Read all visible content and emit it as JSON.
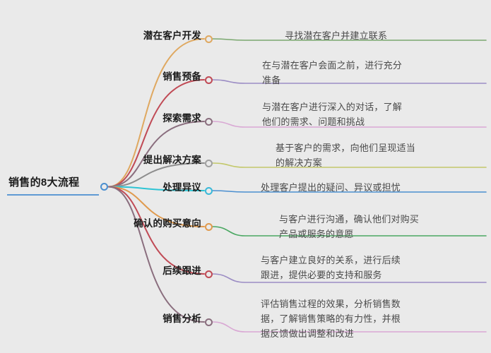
{
  "background": "#eaeaea",
  "root": {
    "label": "销售的8大流程",
    "underline_color": "#4b8fd0",
    "node_color": "#4b8fd0"
  },
  "branches": [
    {
      "label": "潜在客户开发",
      "curve_color": "#dfa860",
      "node_color": "#dfa860",
      "leaf_color": "#7aa86f",
      "lines": [
        "寻找潜在客户并建立联系"
      ]
    },
    {
      "label": "销售预备",
      "curve_color": "#c04a55",
      "node_color": "#c04a55",
      "leaf_color": "#9b8cc4",
      "lines": [
        "在与潜在客户会面之前，进行充分",
        "准备"
      ]
    },
    {
      "label": "探索需求",
      "curve_color": "#8a6e7e",
      "node_color": "#8a6e7e",
      "leaf_color": "#d9a8d4",
      "lines": [
        "与潜在客户进行深入的对话，了解",
        "他们的需求、问题和挑战"
      ]
    },
    {
      "label": "提出解决方案",
      "curve_color": "#8d8d8d",
      "node_color": "#a0a0a0",
      "leaf_color": "#c3c86a",
      "lines": [
        "基于客户的需求，向他们呈现适当",
        "的解决方案"
      ]
    },
    {
      "label": "处理异议",
      "curve_color": "#2ec4d4",
      "node_color": "#3ab8d8",
      "leaf_color": "#4b8fd0",
      "lines": [
        "处理客户提出的疑问、异议或担忧"
      ]
    },
    {
      "label": "确认的购买意向",
      "curve_color": "#e09a4e",
      "node_color": "#e09a4e",
      "leaf_color": "#4aa862",
      "lines": [
        "与客户进行沟通，确认他们对购买",
        "产品或服务的意愿"
      ]
    },
    {
      "label": "后续跟进",
      "curve_color": "#c04a55",
      "node_color": "#c04a55",
      "leaf_color": "#9b8cc4",
      "lines": [
        "与客户建立良好的关系，进行后续",
        "跟进，提供必要的支持和服务"
      ]
    },
    {
      "label": "销售分析",
      "curve_color": "#8a6e7e",
      "node_color": "#8a6e7e",
      "leaf_color": "#d9a8d4",
      "lines": [
        "评估销售过程的效果，分析销售数",
        "据，了解销售策略的有力性，并根",
        "据反馈做出调整和改进"
      ]
    }
  ]
}
